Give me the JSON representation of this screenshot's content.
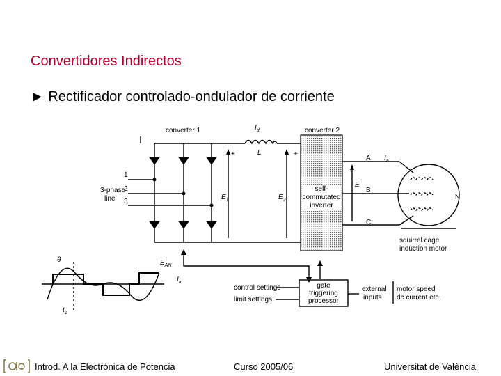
{
  "slide": {
    "title": "Convertidores Indirectos",
    "subtitle": "► Rectificador controlado-ondulador de corriente"
  },
  "diagram": {
    "converter1": "converter 1",
    "converter2": "converter 2",
    "current_label": "I",
    "current_sub": "d",
    "inductor": "L",
    "plus": "+",
    "minus": "−",
    "phase_numbers": [
      "1",
      "2",
      "3"
    ],
    "line_label_1": "3-phase",
    "line_label_2": "line",
    "voltage_e1": "E",
    "voltage_e1_sub": "1",
    "voltage_e2": "E",
    "voltage_e2_sub": "2",
    "inverter_lines": [
      "self-",
      "commutated",
      "inverter"
    ],
    "voltage_e": "E",
    "terminals": [
      "A",
      "B",
      "C"
    ],
    "ia_label": "I",
    "ia_sub": "a",
    "neutral": "N",
    "motor_1": "squirrel cage",
    "motor_2": "induction motor",
    "theta": "θ",
    "ean": "E",
    "ean_sub": "AN",
    "ia2": "I",
    "ia2_sub": "a",
    "t1": "t",
    "t1_sub": "1",
    "control_settings": "control settings",
    "limit_settings": "limit settings",
    "gate_lines": [
      "gate",
      "triggering",
      "processor"
    ],
    "external_lines": [
      "external",
      "inputs"
    ],
    "speed_1": "motor speed",
    "speed_2": "dc current etc."
  },
  "footer": {
    "left": "Introd. A la Electrónica de Potencia",
    "center": "Curso 2005/06",
    "right": "Universitat de València"
  }
}
